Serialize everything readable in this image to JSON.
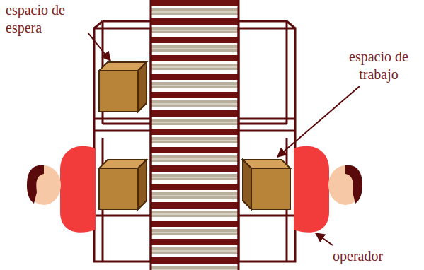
{
  "diagram": {
    "labels": [
      "espacio de espera",
      "espacio de trabajo",
      "operador"
    ]
  }
}
